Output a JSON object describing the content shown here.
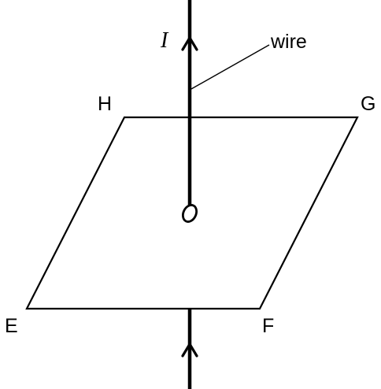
{
  "labels": {
    "current": "I",
    "wire": "wire",
    "corner_h": "H",
    "corner_g": "G",
    "corner_e": "E",
    "corner_f": "F"
  },
  "colors": {
    "ink": "#000000",
    "background": "#ffffff"
  }
}
